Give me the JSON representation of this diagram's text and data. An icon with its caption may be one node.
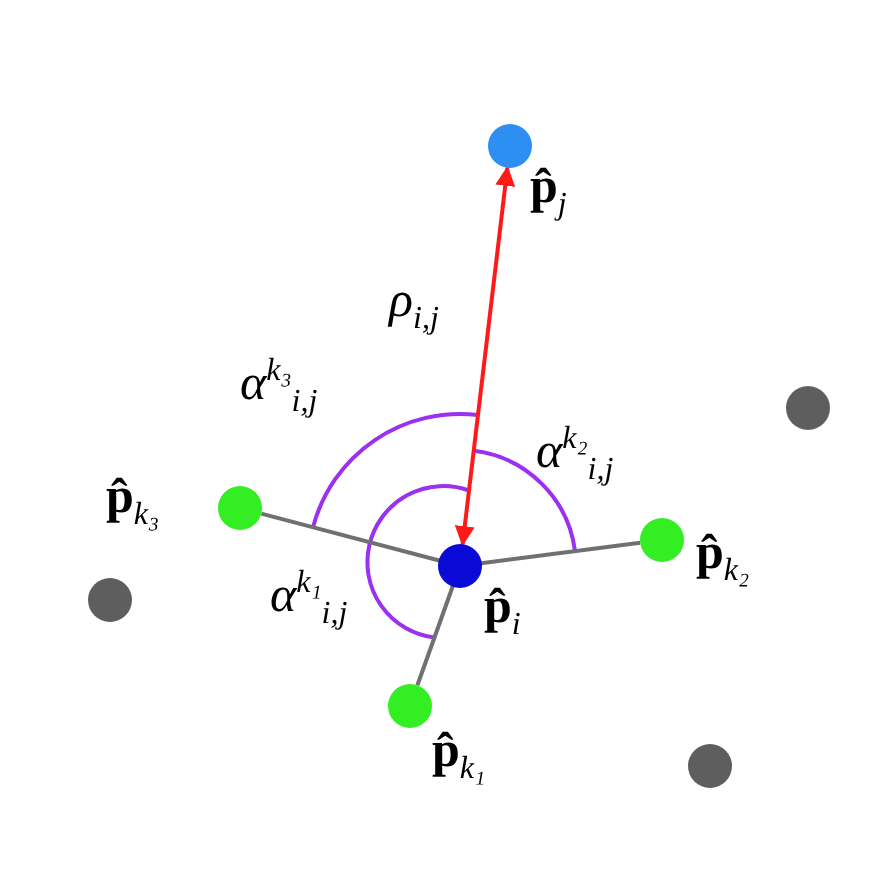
{
  "diagram": {
    "nodes": [
      {
        "text": [],
        "shape": "circle",
        "beside": [
          "**p̂**$_{j}$"
        ]
      },
      {
        "text": [],
        "shape": "circle"
      },
      {
        "text": [],
        "shape": "circle",
        "beside": [
          "**p̂**$_{k₃}$"
        ]
      },
      {
        "text": [],
        "shape": "circle",
        "beside": [
          "**p̂**$_{k₂}$"
        ]
      },
      {
        "text": [],
        "shape": "circle",
        "beside": [
          "**p̂**$_{i}$"
        ]
      },
      {
        "text": [],
        "shape": "circle"
      },
      {
        "text": [],
        "shape": "circle",
        "beside": [
          "**p̂**$_{k₁}$"
        ]
      },
      {
        "text": [],
        "shape": "circle"
      }
    ],
    "edges": [
      {
        "from": 4,
        "to": 0,
        "arrow": "both",
        "label": "ρ$_{i,j}$",
        "color": "#ff1a1a"
      },
      {
        "from": 4,
        "to": 2,
        "arrow": "none"
      },
      {
        "from": 4,
        "to": 3,
        "arrow": "none"
      },
      {
        "from": 4,
        "to": 6,
        "arrow": "none"
      }
    ],
    "labels": [
      "α$^{k₃}$$_{i,j}$",
      "α$^{k₂}$$_{i,j}$",
      "α$^{k₁}$$_{i,j}$"
    ]
  }
}
